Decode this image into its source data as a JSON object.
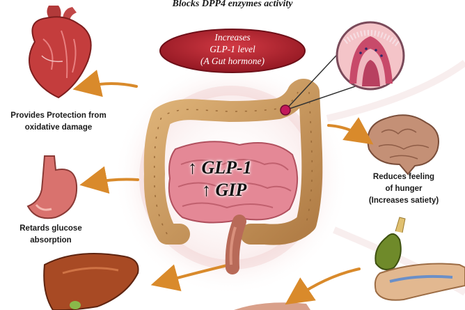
{
  "header": {
    "title": "Blocks DPP4 enzymes activity"
  },
  "center": {
    "oval_lines": [
      "Increases",
      "GLP-1 level",
      "(A Gut hormone)"
    ],
    "hormones": [
      {
        "arrow": "↑",
        "label": "GLP-1"
      },
      {
        "arrow": "↑",
        "label": "GIP"
      }
    ]
  },
  "effects": [
    {
      "organ": "heart",
      "lines": [
        "Provides Protection from",
        "oxidative damage"
      ]
    },
    {
      "organ": "stomach",
      "lines": [
        "Retards glucose",
        "absorption"
      ]
    },
    {
      "organ": "brain",
      "lines": [
        "Reduces feeling",
        "of hunger",
        "(Increases satiety)"
      ]
    }
  ],
  "colors": {
    "oval": "#b3202b",
    "arrow": "#d98a2b",
    "intestine_large": "#c9995e",
    "intestine_small": "#e07c8c",
    "marker": "#c2185b"
  },
  "icons": [
    "heart-icon",
    "stomach-icon",
    "brain-icon",
    "liver-icon",
    "pancreas-icon",
    "villi-magnifier-icon"
  ]
}
